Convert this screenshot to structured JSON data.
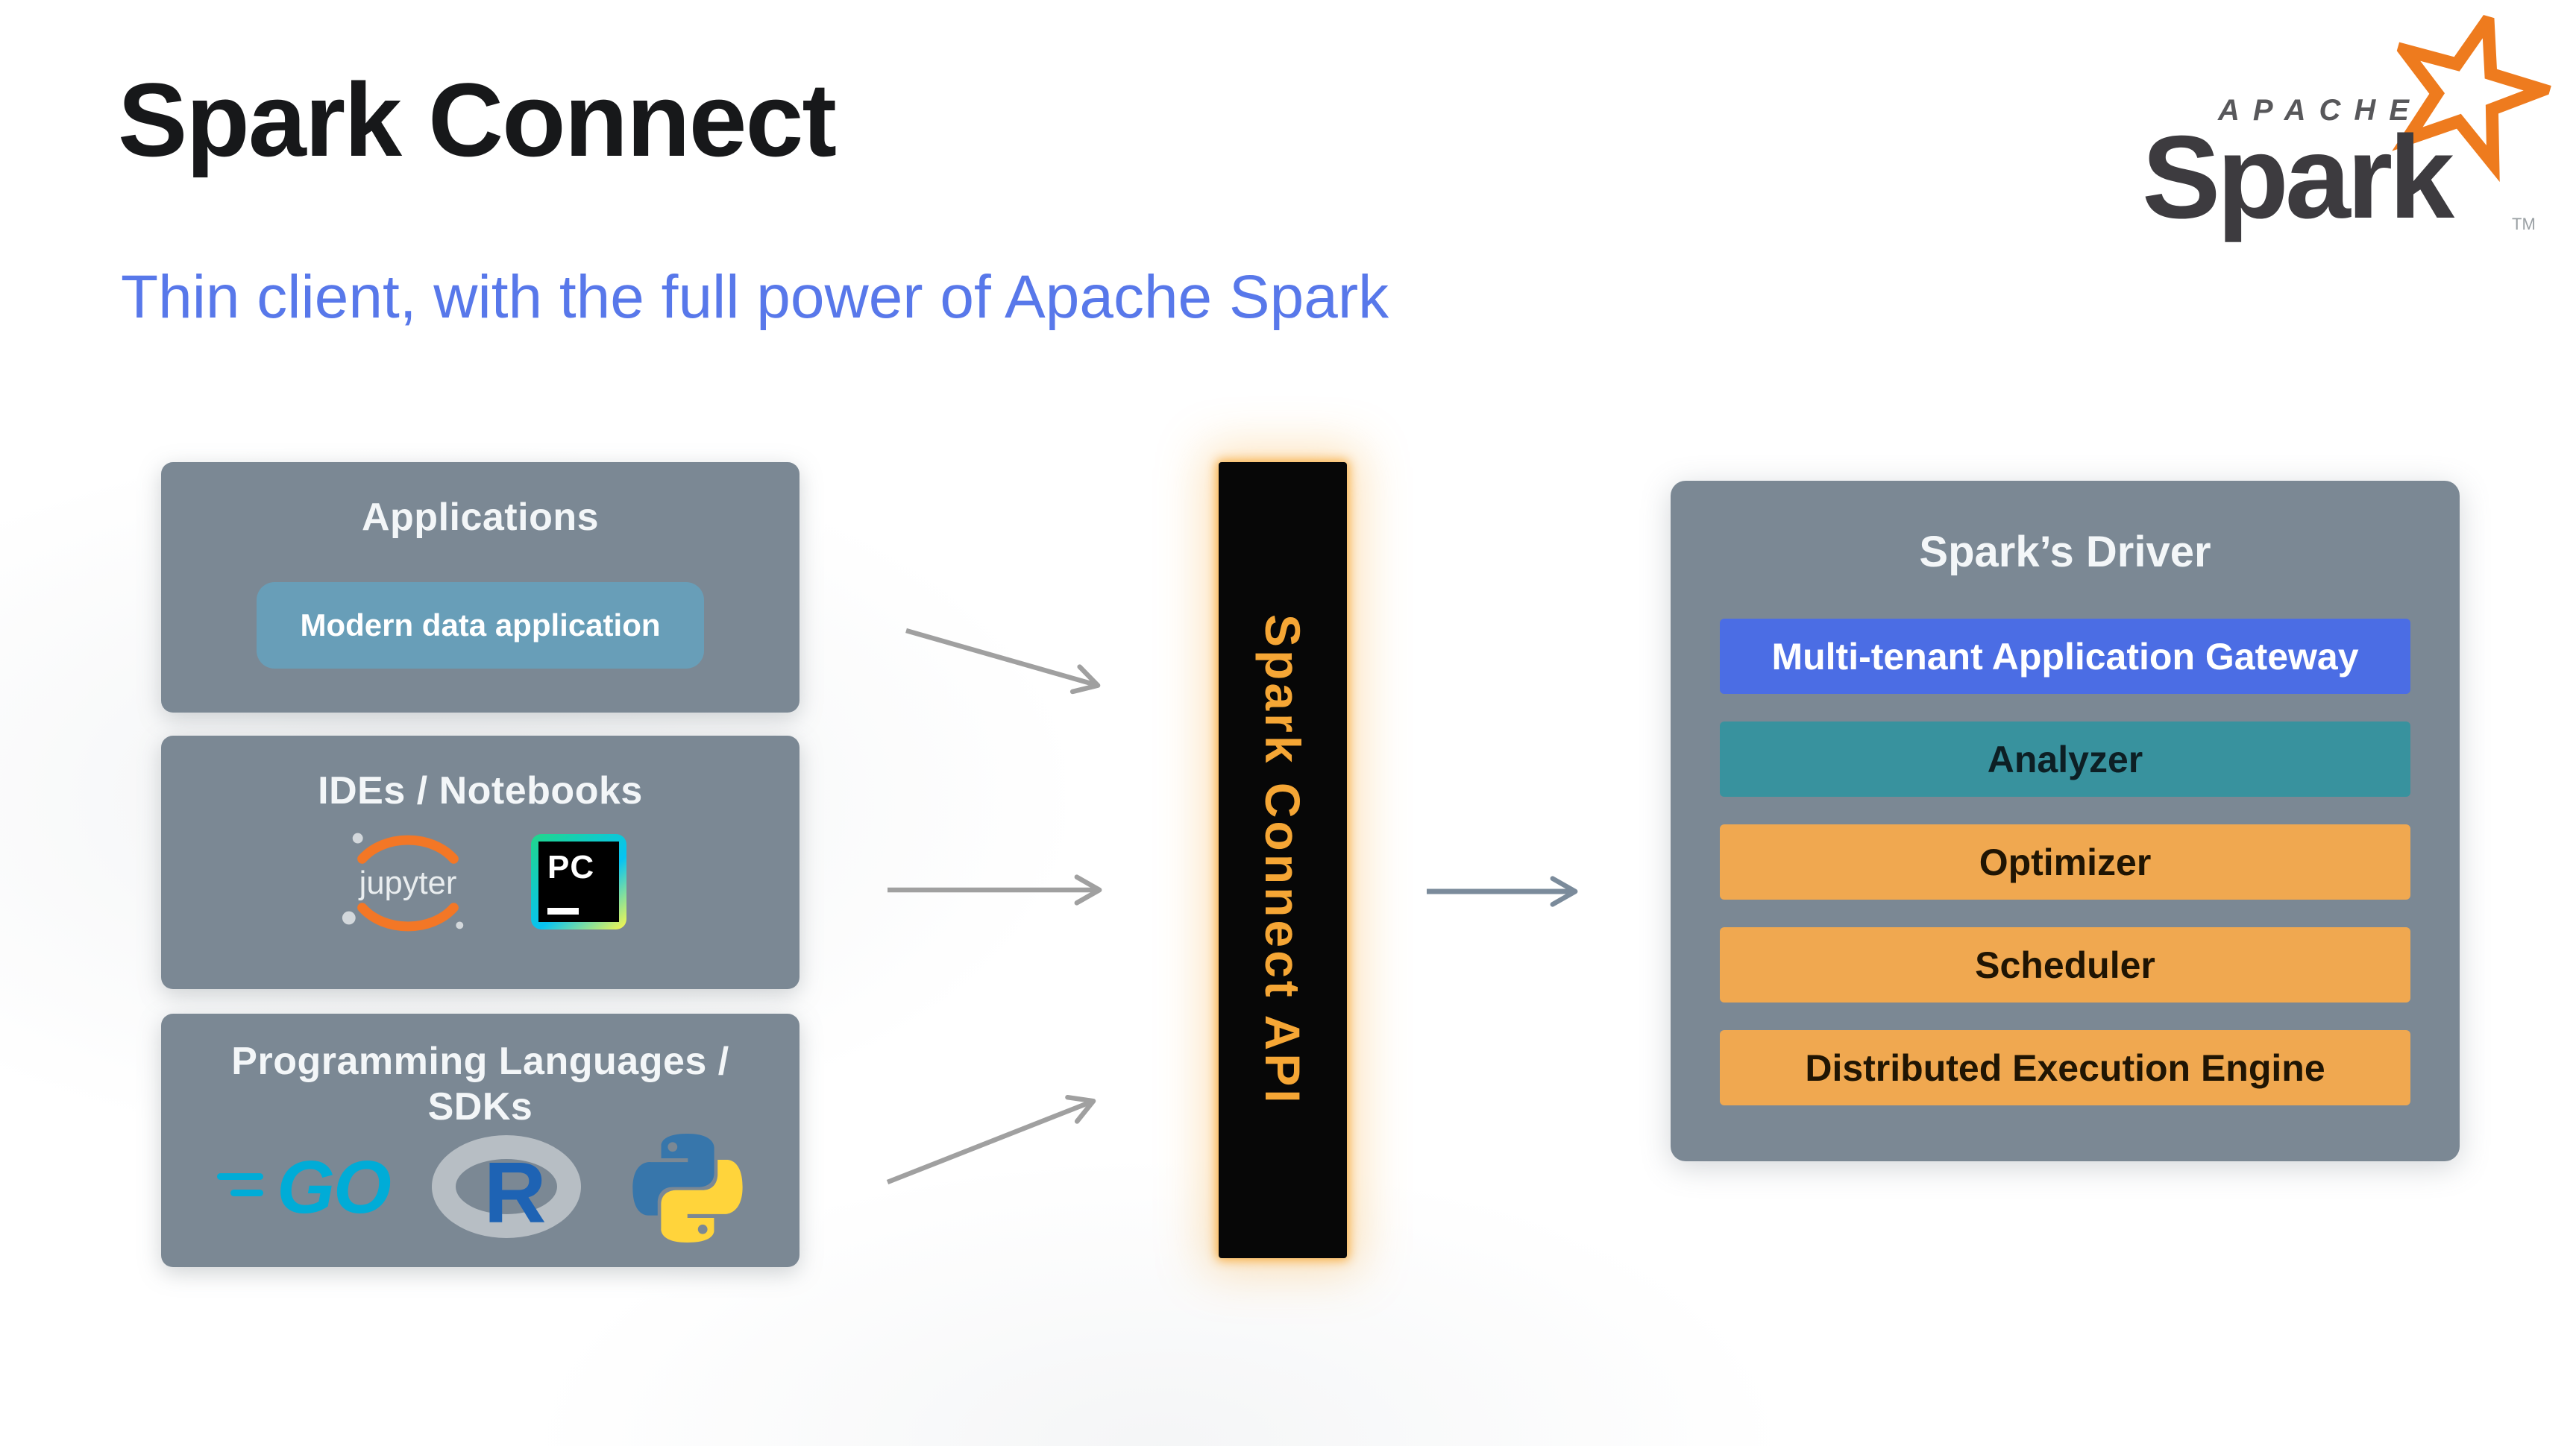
{
  "slide": {
    "title": "Spark Connect",
    "subtitle": "Thin client, with the full power of Apache Spark"
  },
  "brand": {
    "apache": "APACHE",
    "spark": "Spark",
    "tm": "TM"
  },
  "sources": {
    "applications": {
      "title": "Applications",
      "chip": "Modern data application"
    },
    "ides": {
      "title": "IDEs / Notebooks",
      "jupyter_label": "jupyter",
      "pycharm_label": "PC"
    },
    "languages": {
      "title_line1": "Programming Languages /",
      "title_line2": "SDKs",
      "go_label": "GO",
      "r_label": "R"
    }
  },
  "connector": {
    "label": "Spark Connect API"
  },
  "driver": {
    "title": "Spark’s Driver",
    "rows": [
      {
        "label": "Multi-tenant Application Gateway",
        "bg": "#4b6de4",
        "fg": "#ffffff"
      },
      {
        "label": "Analyzer",
        "bg": "#38929e",
        "fg": "#0d1f24"
      },
      {
        "label": "Optimizer",
        "bg": "#f0a850",
        "fg": "#201503"
      },
      {
        "label": "Scheduler",
        "bg": "#f0a850",
        "fg": "#201503"
      },
      {
        "label": "Distributed Execution Engine",
        "bg": "#f0a850",
        "fg": "#201503"
      }
    ]
  },
  "colors": {
    "subtitle_blue": "#5878ea",
    "panel_gray": "#7b8894",
    "chip_blue": "#689eb8",
    "connector_orange": "#f5a635",
    "connector_bg": "#070707",
    "arrow_gray": "#a0a0a0",
    "arrow_slate": "#7b8b9b"
  }
}
